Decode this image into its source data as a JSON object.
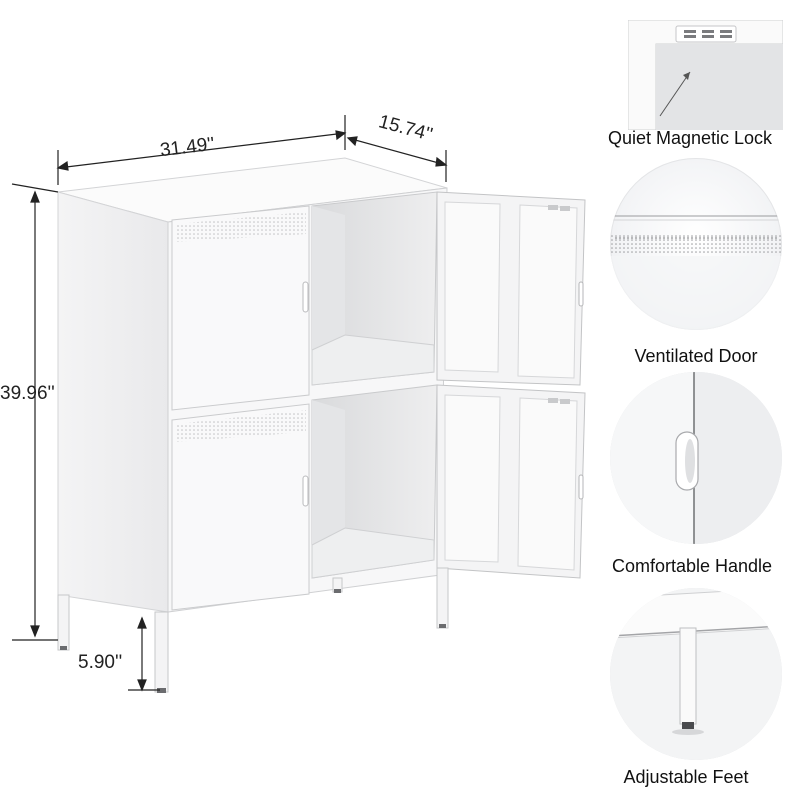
{
  "dimensions": {
    "width": "31.49''",
    "depth": "15.74''",
    "height": "39.96''",
    "leg_height": "5.90''"
  },
  "features": [
    {
      "label": "Quiet Magnetic Lock",
      "icon": "magnetic-lock-icon"
    },
    {
      "label": "Ventilated Door",
      "icon": "ventilation-holes-icon"
    },
    {
      "label": "Comfortable Handle",
      "icon": "door-handle-icon"
    },
    {
      "label": "Adjustable Feet",
      "icon": "adjustable-foot-icon"
    }
  ],
  "colors": {
    "cabinet": "#f6f6f7",
    "shadow": "#d8d9dc",
    "dimension_line": "#222222"
  }
}
